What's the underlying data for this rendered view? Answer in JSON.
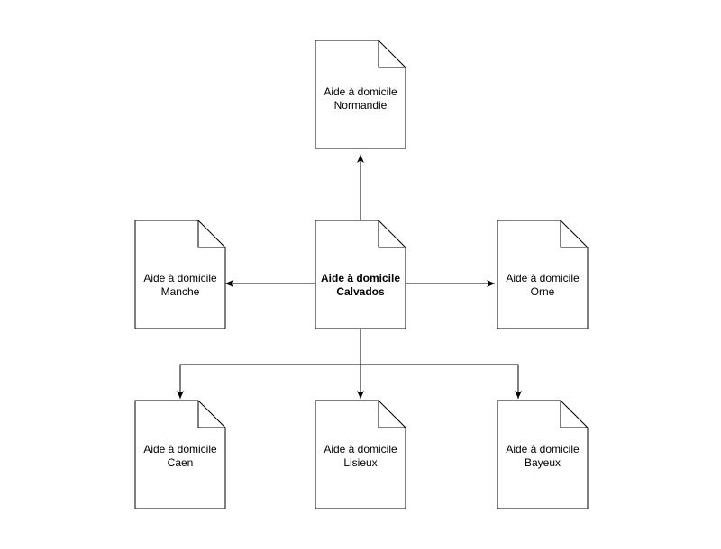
{
  "colors": {
    "stroke": "#000000",
    "fill": "#ffffff",
    "highlight": "#f7a139"
  },
  "nodes": [
    {
      "id": "normandie",
      "line1": "Aide à domicile",
      "line2": "Normandie",
      "highlight": false
    },
    {
      "id": "manche",
      "line1": "Aide à domicile",
      "line2": "Manche",
      "highlight": false
    },
    {
      "id": "calvados",
      "line1": "Aide à domicile",
      "line2": "Calvados",
      "highlight": true
    },
    {
      "id": "orne",
      "line1": "Aide à domicile",
      "line2": "Orne",
      "highlight": false
    },
    {
      "id": "caen",
      "line1": "Aide à domicile",
      "line2": "Caen",
      "highlight": false
    },
    {
      "id": "lisieux",
      "line1": "Aide à domicile",
      "line2": "Lisieux",
      "highlight": false
    },
    {
      "id": "bayeux",
      "line1": "Aide à domicile",
      "line2": "Bayeux",
      "highlight": false
    }
  ],
  "edges": [
    {
      "from": "calvados",
      "to": "normandie"
    },
    {
      "from": "calvados",
      "to": "manche"
    },
    {
      "from": "calvados",
      "to": "orne"
    },
    {
      "from": "calvados",
      "to": "caen"
    },
    {
      "from": "calvados",
      "to": "lisieux"
    },
    {
      "from": "calvados",
      "to": "bayeux"
    }
  ]
}
